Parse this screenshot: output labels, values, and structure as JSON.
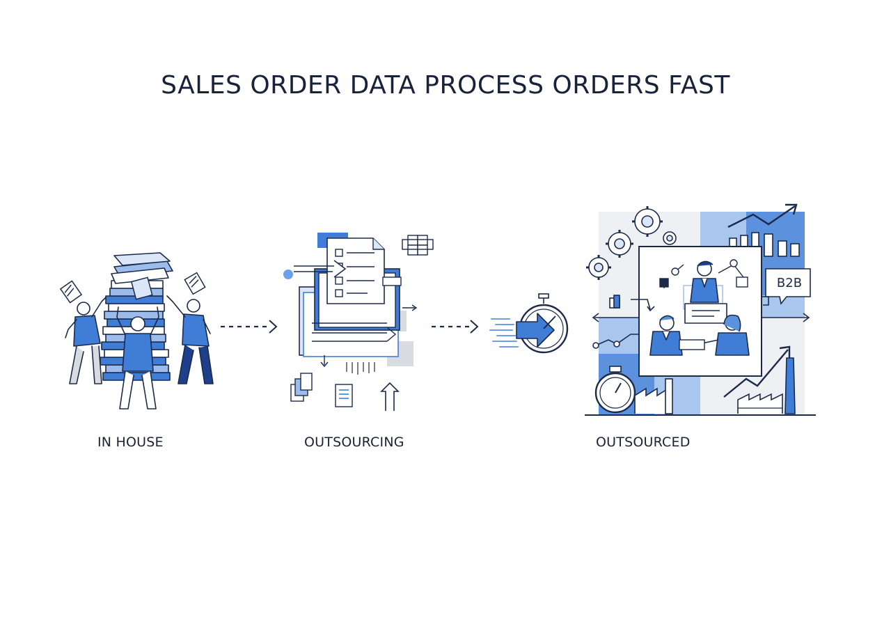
{
  "title": "SALES ORDER DATA PROCESS ORDERS FAST",
  "stages": [
    {
      "id": "in-house",
      "label": "IN HOUSE"
    },
    {
      "id": "outsourcing",
      "label": "OUTSOURCING"
    },
    {
      "id": "outsourced",
      "label": "OUTSOURCED"
    }
  ],
  "badges": {
    "b2b": "B2B"
  },
  "icons": {
    "stage1": "people-pushing-paper-stack-icon",
    "stage2": "document-transfer-icon",
    "speed": "fast-stopwatch-icon",
    "stage3": "business-meeting-dashboard-icon"
  },
  "colors": {
    "accent": "#3f7dd6",
    "accent_light": "#9cbcec",
    "accent_pale": "#dbe7f8",
    "ink": "#1b2a4a",
    "gray": "#d8dbe0"
  }
}
